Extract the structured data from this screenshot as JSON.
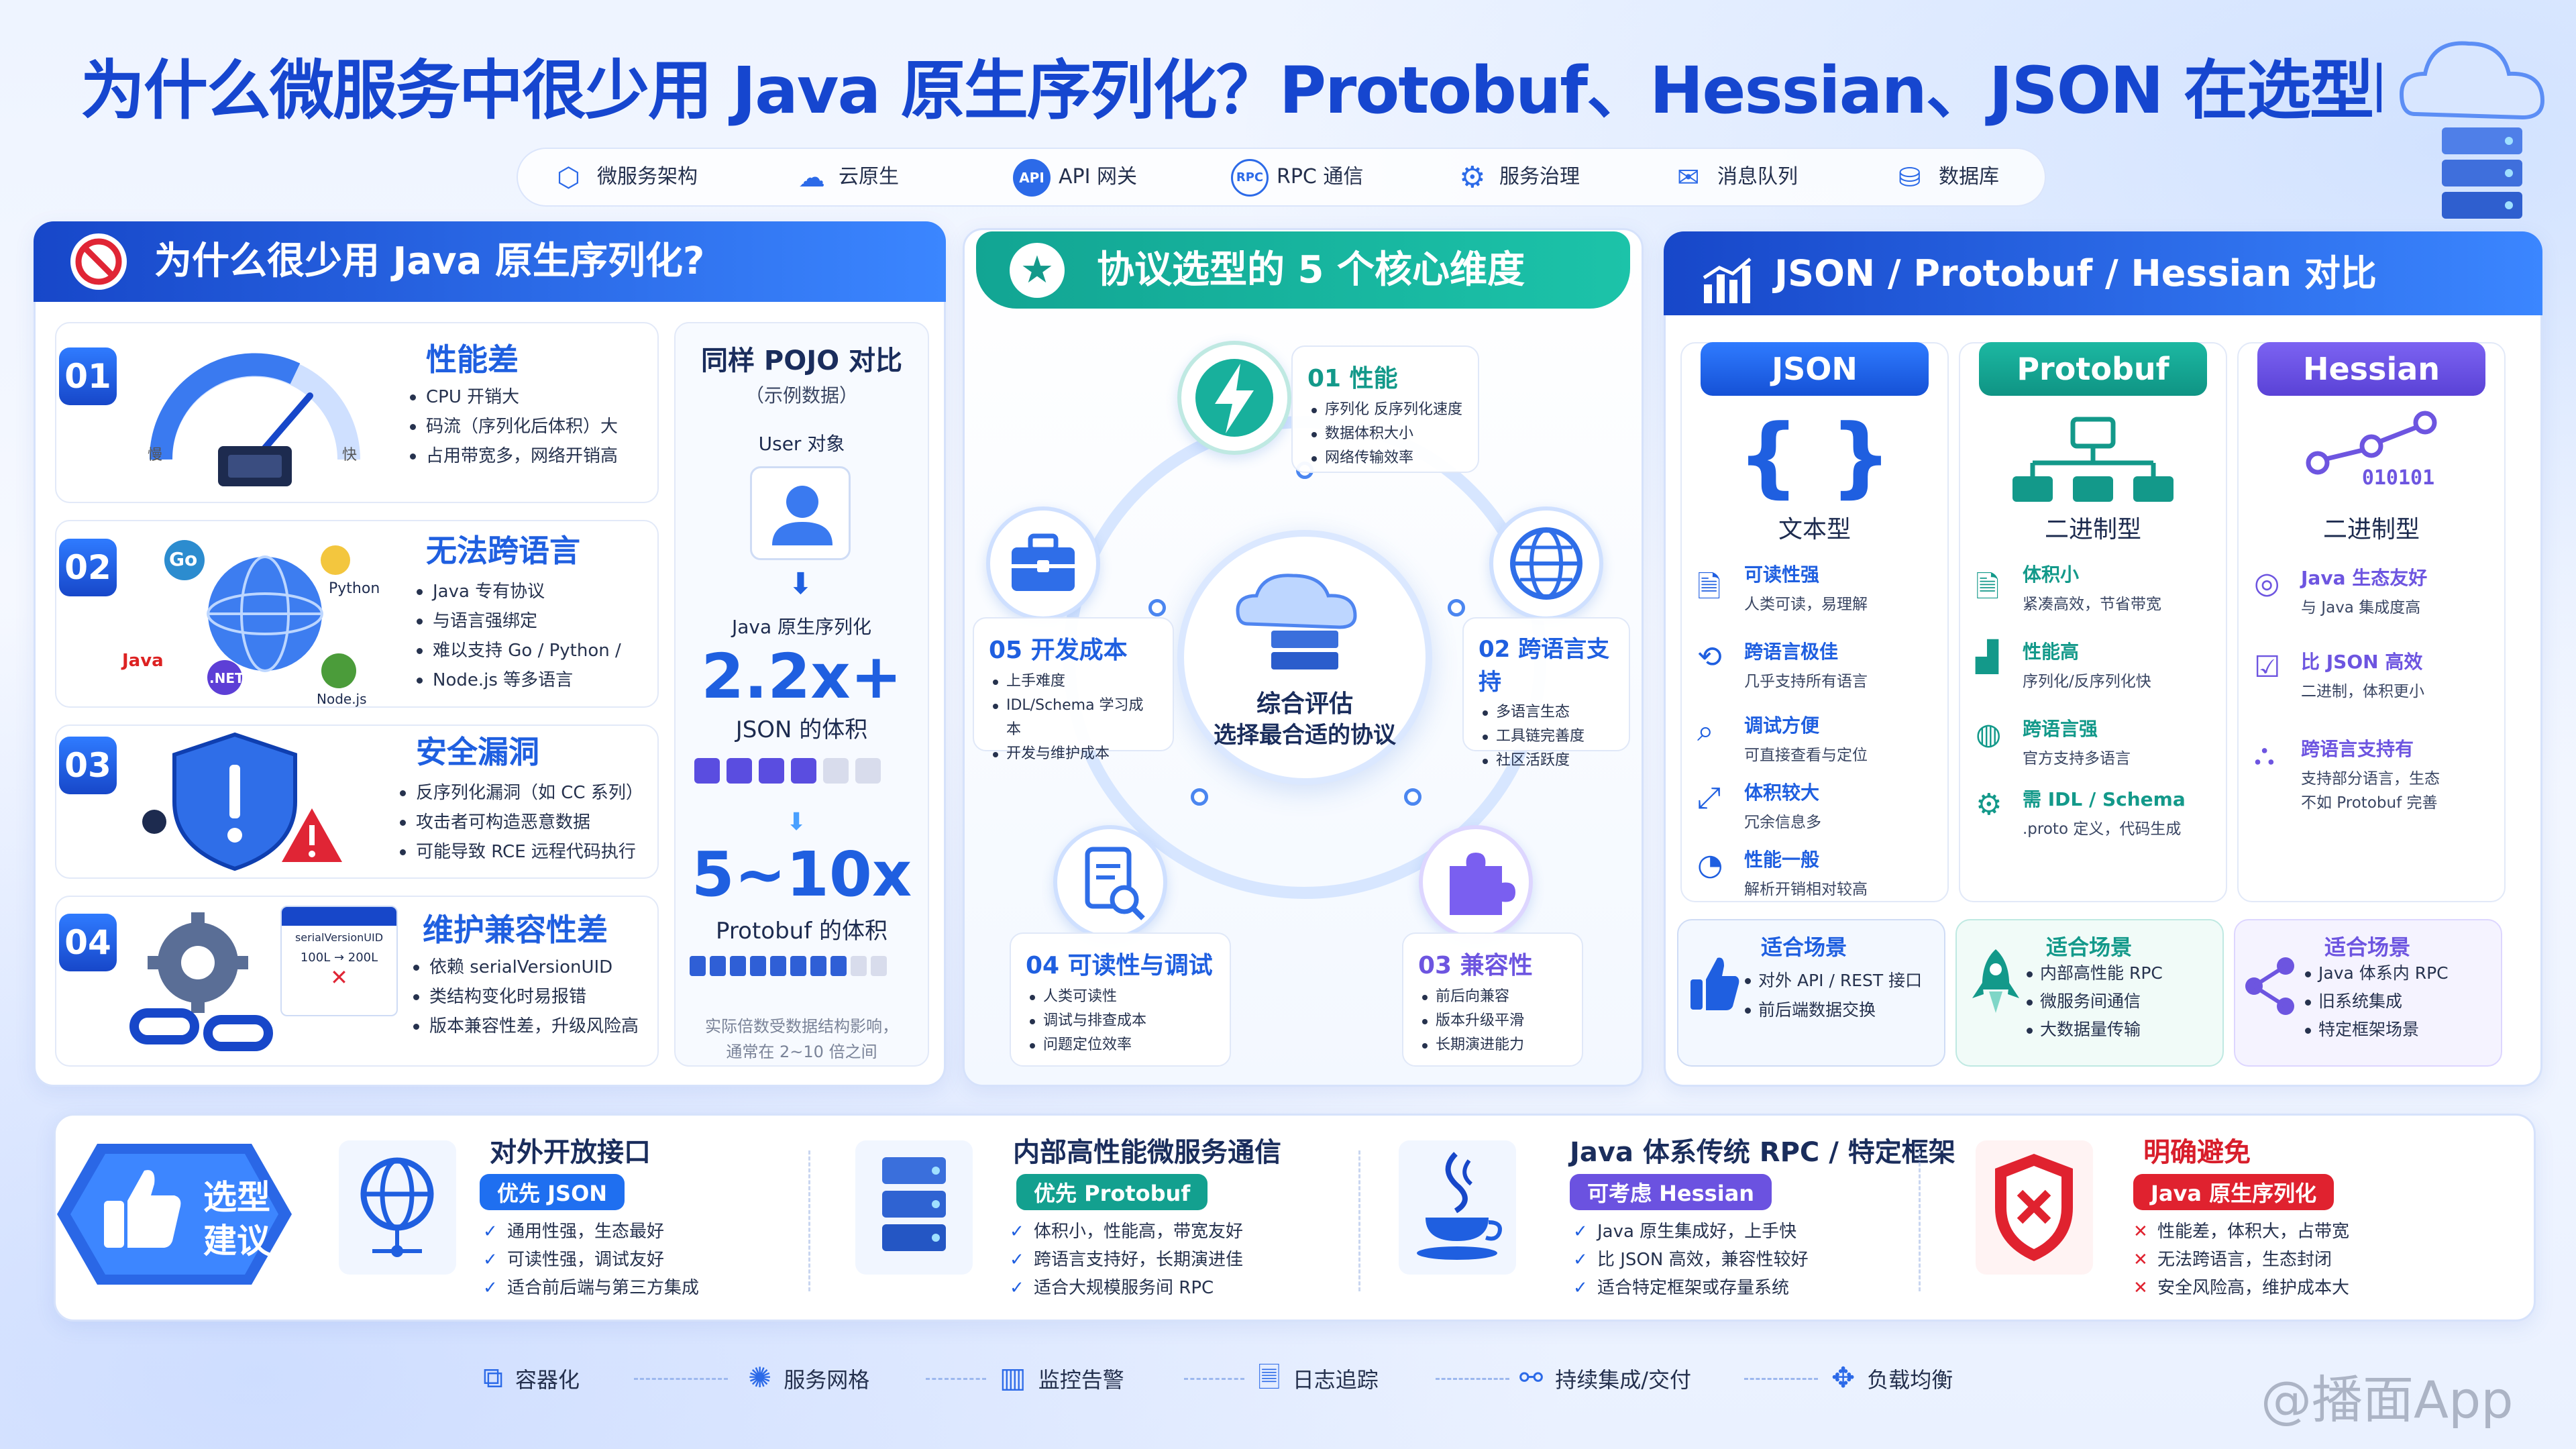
{
  "title": "为什么微服务中很少用 Java 原生序列化？Protobuf、Hessian、JSON 在选型时主要考虑什么？",
  "nav": [
    "微服务架构",
    "云原生",
    "API 网关",
    "RPC 通信",
    "服务治理",
    "消息队列",
    "数据库"
  ],
  "left": {
    "header": "为什么很少用 Java 原生序列化?",
    "items": [
      {
        "num": "01",
        "title": "性能差",
        "points": [
          "CPU 开销大",
          "码流（序列化后体积）大",
          "占用带宽多，网络开销高"
        ],
        "gauge_slow": "慢",
        "gauge_fast": "快"
      },
      {
        "num": "02",
        "title": "无法跨语言",
        "points": [
          "Java 专有协议",
          "与语言强绑定",
          "难以支持 Go / Python /",
          "Node.js 等多语言"
        ],
        "langs": [
          "Go",
          "Python",
          "Java",
          ".NET",
          "Node.js"
        ]
      },
      {
        "num": "03",
        "title": "安全漏洞",
        "points": [
          "反序列化漏洞（如 CC 系列）",
          "攻击者可构造恶意数据",
          "可能导致 RCE 远程代码执行"
        ]
      },
      {
        "num": "04",
        "title": "维护兼容性差",
        "points": [
          "依赖 serialVersionUID",
          "类结构变化时易报错",
          "版本兼容性差，升级风险高"
        ],
        "uid_label": "serialVersionUID",
        "uid_change": "100L → 200L",
        "uid_x": "✕"
      }
    ],
    "compare": {
      "title": "同样 POJO 对比",
      "subtitle": "（示例数据）",
      "user": "User 对象",
      "java_label": "Java 原生序列化",
      "ratio1": "2.2x+",
      "ratio1_desc": "JSON 的体积",
      "ratio2": "5~10x",
      "ratio2_desc": "Protobuf 的体积",
      "note1": "实际倍数受数据结构影响，",
      "note2": "通常在 2~10 倍之间"
    }
  },
  "middle": {
    "header": "协议选型的 5 个核心维度",
    "center1": "综合评估",
    "center2": "选择最合适的协议",
    "dims": [
      {
        "title": "01 性能",
        "points": [
          "序列化 反序列化速度",
          "数据体积大小",
          "网络传输效率"
        ]
      },
      {
        "title": "02 跨语言支持",
        "points": [
          "多语言生态",
          "工具链完善度",
          "社区活跃度"
        ]
      },
      {
        "title": "03 兼容性",
        "points": [
          "前后向兼容",
          "版本升级平滑",
          "长期演进能力"
        ]
      },
      {
        "title": "04 可读性与调试",
        "points": [
          "人类可读性",
          "调试与排查成本",
          "问题定位效率"
        ]
      },
      {
        "title": "05 开发成本",
        "points": [
          "上手难度",
          "IDL/Schema 学习成本",
          "开发与维护成本"
        ]
      }
    ]
  },
  "right": {
    "header": "JSON / Protobuf / Hessian  对比",
    "cols": [
      {
        "name": "JSON",
        "type": "文本型",
        "icon": "{ }",
        "color": "#1f6ff0",
        "features": [
          [
            "可读性强",
            "人类可读，易理解"
          ],
          [
            "跨语言极佳",
            "几乎支持所有语言"
          ],
          [
            "调试方便",
            "可直接查看与定位"
          ],
          [
            "体积较大",
            "冗余信息多"
          ],
          [
            "性能一般",
            "解析开销相对较高"
          ]
        ],
        "scene_title": "适合场景",
        "scenes": [
          "对外 API / REST 接口",
          "前后端数据交换"
        ]
      },
      {
        "name": "Protobuf",
        "type": "二进制型",
        "color": "#13a08f",
        "features": [
          [
            "体积小",
            "紧凑高效，节省带宽"
          ],
          [
            "性能高",
            "序列化/反序列化快"
          ],
          [
            "跨语言强",
            "官方支持多语言"
          ],
          [
            "需 IDL / Schema",
            ".proto 定义，代码生成"
          ]
        ],
        "scene_title": "适合场景",
        "scenes": [
          "内部高性能 RPC",
          "微服务间通信",
          "大数据量传输"
        ]
      },
      {
        "name": "Hessian",
        "type": "二进制型",
        "icon_text": "010101",
        "color": "#6b52e0",
        "features": [
          [
            "Java 生态友好",
            "与 Java 集成度高"
          ],
          [
            "比 JSON 高效",
            "二进制，体积更小"
          ],
          [
            "跨语言支持有",
            "支持部分语言，生态",
            "不如 Protobuf 完善"
          ]
        ],
        "scene_title": "适合场景",
        "scenes": [
          "Java 体系内 RPC",
          "旧系统集成",
          "特定框架场景"
        ]
      }
    ]
  },
  "advice": {
    "badge1": "选型",
    "badge2": "建议",
    "items": [
      {
        "title": "对外开放接口",
        "tag": "优先 JSON",
        "tag_color": "#1f6ff0",
        "points": [
          "通用性强，生态最好",
          "可读性强，调试友好",
          "适合前后端与第三方集成"
        ]
      },
      {
        "title": "内部高性能微服务通信",
        "tag": "优先 Protobuf",
        "tag_color": "#13a08f",
        "points": [
          "体积小，性能高，带宽友好",
          "跨语言支持好，长期演进佳",
          "适合大规模服务间 RPC"
        ]
      },
      {
        "title": "Java 体系传统 RPC / 特定框架",
        "tag": "可考虑 Hessian",
        "tag_color": "#6b52e0",
        "points": [
          "Java 原生集成好，上手快",
          "比 JSON 高效，兼容性较好",
          "适合特定框架或存量系统"
        ]
      },
      {
        "title": "明确避免",
        "tag": "Java 原生序列化",
        "tag_color": "#e0222f",
        "points": [
          "性能差，体积大，占带宽",
          "无法跨语言，生态封闭",
          "安全风险高，维护成本大"
        ]
      }
    ]
  },
  "bottom": [
    "容器化",
    "服务网格",
    "监控告警",
    "日志追踪",
    "持续集成/交付",
    "负载均衡"
  ],
  "watermark": "@播面App"
}
